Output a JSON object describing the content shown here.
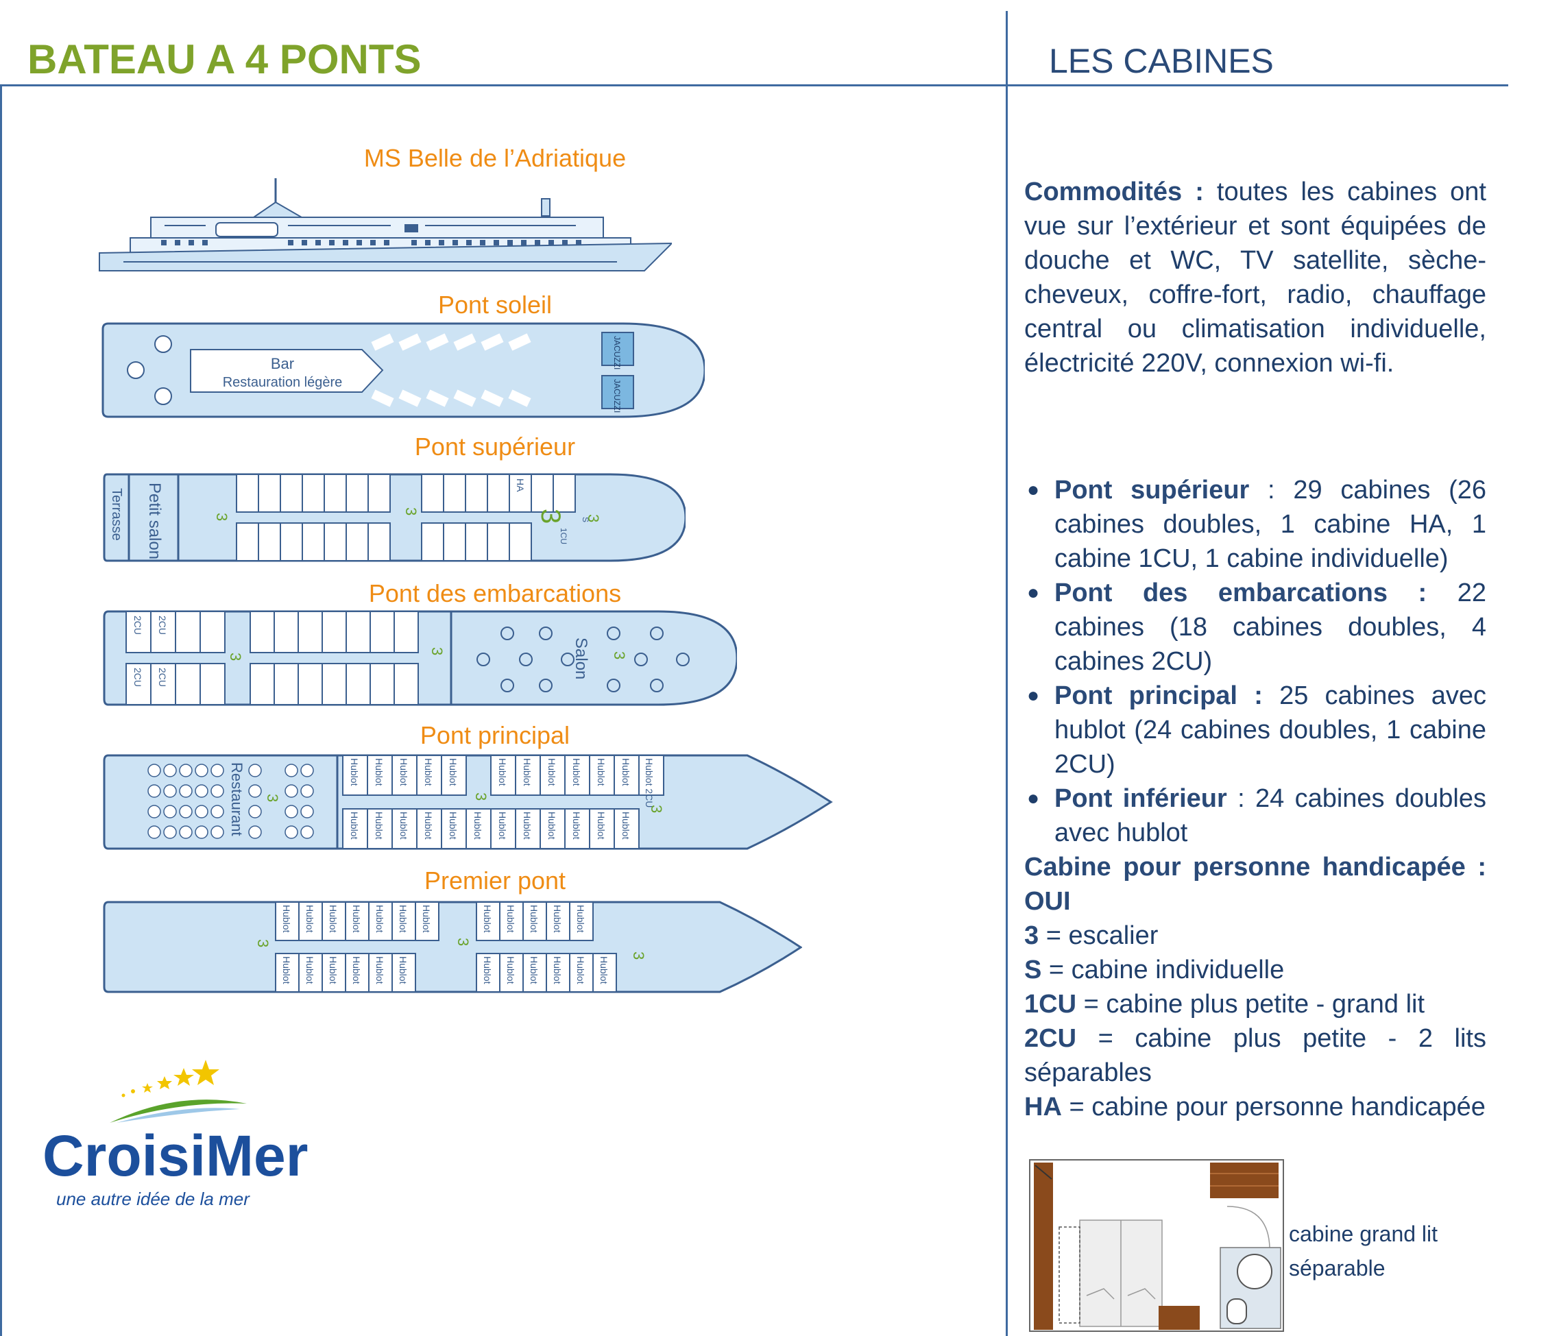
{
  "header": {
    "left_title": "BATEAU A 4 PONTS",
    "right_title": "LES CABINES"
  },
  "ship_name": "MS Belle de l’Adriatique",
  "decks": {
    "soleil": {
      "label": "Pont soleil",
      "bar": "Bar",
      "bar_sub": "Restauration légère",
      "jacuzzi": "JACUZZI"
    },
    "superieur": {
      "label": "Pont supérieur",
      "terrasse": "Terrasse",
      "petit_salon": "Petit salon",
      "ha": "HA",
      "cu1": "1CU",
      "s": "S",
      "stair": "3"
    },
    "embarcations": {
      "label": "Pont des embarcations",
      "cu2": "2CU",
      "salon": "Salon",
      "stair": "3"
    },
    "principal": {
      "label": "Pont principal",
      "restaurant": "Restaurant",
      "hublot": "Hublot",
      "hublot_2cu": "Hublot 2CU",
      "stair": "3"
    },
    "premier": {
      "label": "Premier pont",
      "hublot": "Hublot",
      "stair": "3"
    }
  },
  "logo": {
    "brand": "CroisiMer",
    "tagline": "une autre idée de la mer"
  },
  "commodites": {
    "label": "Commodités :",
    "text": "toutes les cabines ont vue sur l’extérieur et sont équipées de douche et WC, TV satellite, sèche-cheveux, coffre-fort, radio, chauffage central ou climatisation individuelle, électricité 220V, connexion wi-fi."
  },
  "deck_list": [
    {
      "name": "Pont supérieur",
      "sep": " : ",
      "text": "29 cabines (26 cabines doubles, 1 cabine HA, 1 cabine 1CU, 1 cabine individuelle)"
    },
    {
      "name": "Pont des embarcations :",
      "sep": " ",
      "text": "22 cabines (18 cabines doubles, 4 cabines 2CU)"
    },
    {
      "name": "Pont principal :",
      "sep": " ",
      "text": "25 cabines avec hublot (24 cabines doubles, 1 cabine 2CU)"
    },
    {
      "name": "Pont inférieur",
      "sep": " : ",
      "text": "24 cabines doubles avec hublot"
    }
  ],
  "handicap": {
    "label": "Cabine pour personne handicapée : OUI"
  },
  "legend": [
    {
      "key": "3",
      "text": " = escalier"
    },
    {
      "key": "S",
      "text": " = cabine individuelle"
    },
    {
      "key": "1CU",
      "text": " = cabine plus petite - grand lit"
    },
    {
      "key": "2CU",
      "text": " = cabine plus petite - 2 lits séparables"
    },
    {
      "key": "HA",
      "text": " = cabine pour personne handicapée"
    }
  ],
  "cabin_caption": "cabine grand lit séparable",
  "colors": {
    "deck_fill": "#cde3f4",
    "deck_stroke": "#3b5f8f",
    "title_green": "#7fa32b",
    "label_orange": "#ef8c14",
    "text_blue": "#1f3e6a",
    "wood": "#8a4a1c"
  }
}
